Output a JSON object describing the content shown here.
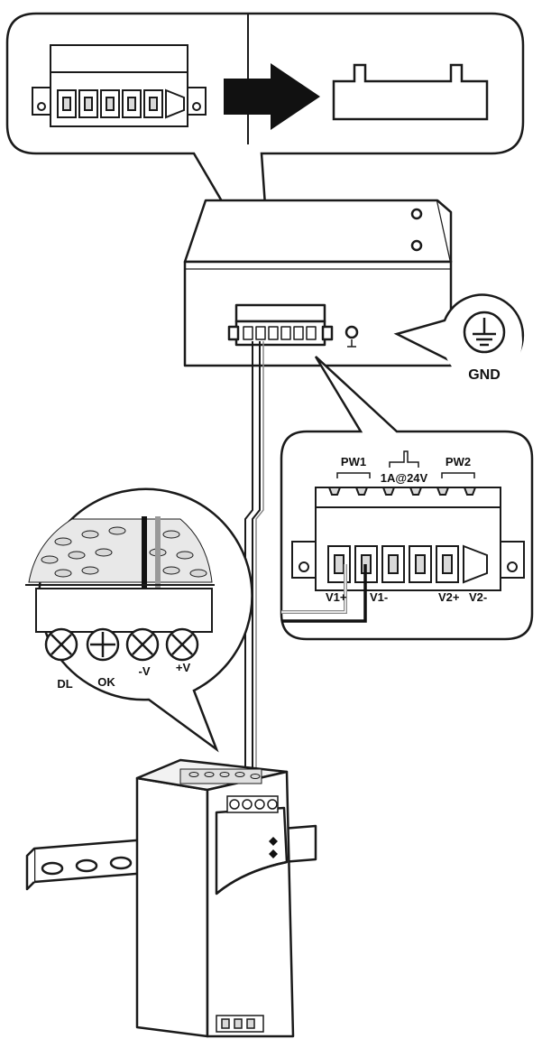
{
  "diagram": {
    "gnd_label": "GND",
    "terminal": {
      "group_pw1": "PW1",
      "group_fault": "1A@24V",
      "group_pw2": "PW2",
      "pins": [
        "V1+",
        "V1-",
        "V2+",
        "V2-"
      ]
    },
    "psu_terminal": {
      "pins": [
        "DL",
        "OK",
        "-V",
        "+V"
      ]
    },
    "colors": {
      "line": "#1a1a1a",
      "fill": "#ffffff",
      "shade": "#d9d9d9",
      "arrow": "#111111"
    }
  }
}
